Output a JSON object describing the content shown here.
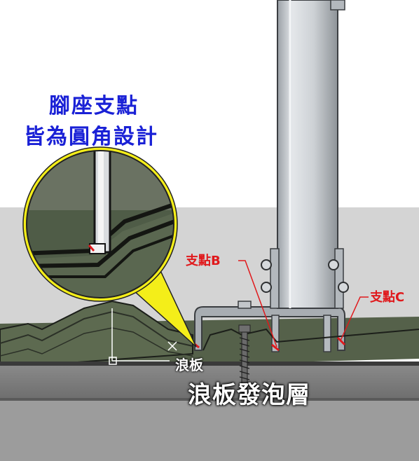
{
  "callout": {
    "line1": "腳座支點",
    "line2": "皆為圓角設計"
  },
  "labels": {
    "point_b": "支點B",
    "point_c": "支點C",
    "corrugated_sheet": "浪板",
    "foam_layer": "浪板發泡層"
  },
  "colors": {
    "callout_text": "#1a21d6",
    "point_labels": "#e0191c",
    "magnifier_ring": "#f4ee19",
    "roof_panel": "#55614a",
    "foam_layer": "#7b7b7b",
    "sky": "#d8d8d8"
  }
}
